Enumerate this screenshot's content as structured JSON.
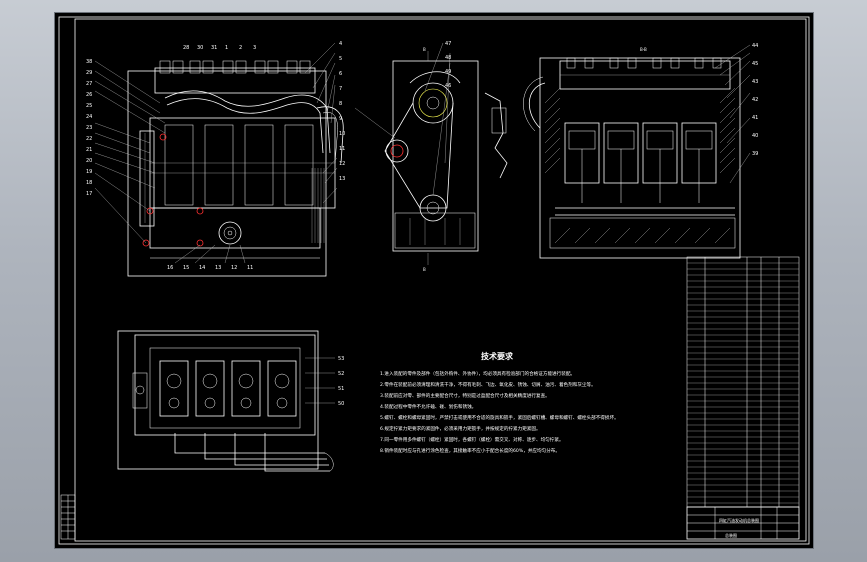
{
  "drawing": {
    "section_label_top": "B-B",
    "section_marker_a_top": "B",
    "section_marker_a_bottom": "B",
    "tech_requirements": {
      "title": "技术要求",
      "notes": [
        "1.进入装配的零件及部件（包括外购件、外协件），均必须具有检验部门的合格证方能进行装配。",
        "2.零件在装配前必须清理和清洗干净，不得有毛刺、飞边、氧化皮、锈蚀、切屑、油污、着色剂和灰尘等。",
        "3.装配前应对零、部件的主要配合尺寸，特别是过盈配合尺寸及相关精度进行复查。",
        "4.装配过程中零件不允许磕、碰、划伤和锈蚀。",
        "5.螺钉、螺栓和螺母紧固时，严禁打击或使用不合适的旋具和扳手，紧固后螺钉槽、螺母和螺钉、螺栓头部不得损坏。",
        "6.规定拧紧力矩要求的紧固件，必须采用力矩扳手，并按规定的拧紧力矩紧固。",
        "7.同一零件用多件螺钉（螺栓）紧固时，各螺钉（螺栓）需交叉、对称、逐步、均匀拧紧。",
        "8.销件装配时应与孔进行涂色检查，其接触率不应小于配合长度的60%，并应均匀分布。"
      ]
    },
    "title_block": {
      "drawing_name": "四缸汽油发动机总装图",
      "sheet_label": "总装图"
    },
    "callouts_front_top": [
      "28",
      "30",
      "31",
      "1",
      "2",
      "3"
    ],
    "callouts_front_left": [
      "38",
      "29",
      "27",
      "26",
      "25",
      "24",
      "23",
      "22",
      "21",
      "20",
      "19",
      "18",
      "17"
    ],
    "callouts_front_right": [
      "4",
      "5",
      "6",
      "7",
      "8",
      "9",
      "10",
      "11",
      "12",
      "13"
    ],
    "callouts_front_bottom": [
      "16",
      "15",
      "14",
      "13",
      "12",
      "11"
    ],
    "callouts_side": [
      "47",
      "48",
      "49",
      "46"
    ],
    "callouts_section_right": [
      "44",
      "45",
      "43",
      "42",
      "41",
      "40",
      "39"
    ],
    "callouts_plan_right": [
      "53",
      "52",
      "51",
      "50"
    ],
    "colors": {
      "background": "#000000",
      "line": "#ffffff",
      "highlight": "#ff3030",
      "accent": "#ffff55",
      "viewport": "#aeb4bd"
    }
  }
}
